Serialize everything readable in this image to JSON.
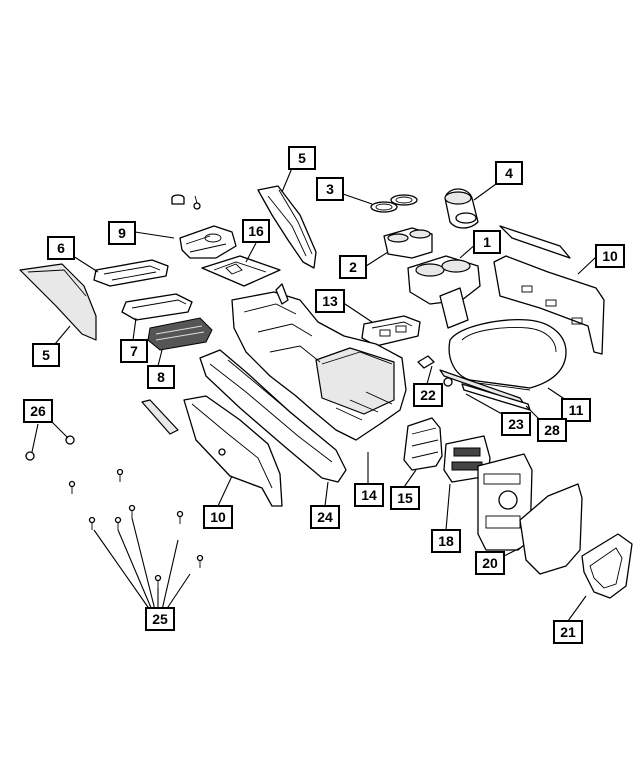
{
  "callouts": [
    {
      "id": "c5a",
      "label": "5"
    },
    {
      "id": "c3",
      "label": "3"
    },
    {
      "id": "c4",
      "label": "4"
    },
    {
      "id": "c9",
      "label": "9"
    },
    {
      "id": "c16",
      "label": "16"
    },
    {
      "id": "c1",
      "label": "1"
    },
    {
      "id": "c6",
      "label": "6"
    },
    {
      "id": "c2",
      "label": "2"
    },
    {
      "id": "c10a",
      "label": "10"
    },
    {
      "id": "c13",
      "label": "13"
    },
    {
      "id": "c5b",
      "label": "5"
    },
    {
      "id": "c7",
      "label": "7"
    },
    {
      "id": "c8",
      "label": "8"
    },
    {
      "id": "c22",
      "label": "22"
    },
    {
      "id": "c11",
      "label": "11"
    },
    {
      "id": "c26",
      "label": "26"
    },
    {
      "id": "c23",
      "label": "23"
    },
    {
      "id": "c28",
      "label": "28"
    },
    {
      "id": "c14",
      "label": "14"
    },
    {
      "id": "c15",
      "label": "15"
    },
    {
      "id": "c10b",
      "label": "10"
    },
    {
      "id": "c24",
      "label": "24"
    },
    {
      "id": "c18",
      "label": "18"
    },
    {
      "id": "c20",
      "label": "20"
    },
    {
      "id": "c25",
      "label": "25"
    },
    {
      "id": "c21",
      "label": "21"
    }
  ]
}
